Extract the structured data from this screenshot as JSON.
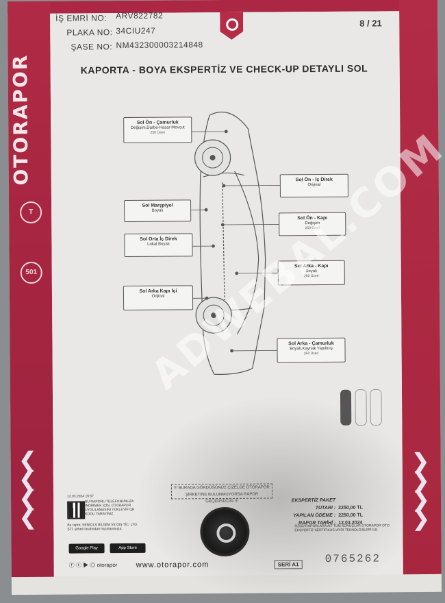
{
  "header": {
    "is_emri_label": "İŞ EMRİ NO:",
    "is_emri_value": "ARV822782",
    "plaka_label": "PLAKA NO:",
    "plaka_value": "34CIU247",
    "sase_label": "ŞASE NO:",
    "sase_value": "NM432300003214848",
    "page": "8 / 21"
  },
  "brand": {
    "vertical_text": "OTORAPOR",
    "badges": [
      "T",
      "501"
    ]
  },
  "title": "KAPORTA - BOYA EKSPERTİZ VE CHECK-UP DETAYLI SOL",
  "parts": [
    {
      "name": "Sol Ön - Çamurluk",
      "status": "Değişim,Darbe-Hasar Mevcut",
      "measure": "250 Üzeri"
    },
    {
      "name": "Sol Ön - İç Direk",
      "status": "Orijinal",
      "measure": ""
    },
    {
      "name": "Sol Marşpiyel",
      "status": "Boyalı",
      "measure": ""
    },
    {
      "name": "Sol Ön - Kapı",
      "status": "Değişim",
      "measure": "250 Üzeri"
    },
    {
      "name": "Sol Orta İç Direk",
      "status": "Lokal Boyalı",
      "measure": ""
    },
    {
      "name": "Sol Arka - Kapı",
      "status": "Boyalı",
      "measure": "250 Üzeri"
    },
    {
      "name": "Sol Arka Kapı İçi",
      "status": "Orijinal",
      "measure": ""
    },
    {
      "name": "Sol Arka - Çamurluk",
      "status": "Boyalı,Kaynak Yapılmış",
      "measure": "250 Üzeri"
    }
  ],
  "footer": {
    "notice": "!!! BURADA GÖRDÜĞÜNÜZ ÇİZELGE OTORAPOR ŞİRKETİNE BULUNMUYORSA RAPOR GEÇERSİZDİR !!!",
    "date_small": "12.03.2024 15:57",
    "qr_text": "BU RAPORU TELEFONUNUZA İNDİRMEK İÇİN, OTORAPOR UYGULAMASINI YÜKLEYİP QR KODU TARAYINIZ",
    "legal_text": "Bu rapor, SENİOLS BİLİŞİM VE DIŞ TİC. LTD. ŞTİ. şirketi tarafından hazırlanmıştır.",
    "google_play": "Google Play",
    "app_store": "App Store",
    "social_handle": "otorapor",
    "url": "www.otorapor.com",
    "seri_label": "SERİ A1",
    "serial_number": "0765262",
    "totals": [
      {
        "label": "EKSPERTİZ PAKET TUTARI :",
        "value": "2250,00 TL"
      },
      {
        "label": "YAPILAN ÖDEME :",
        "value": "2250,00 TL"
      },
      {
        "label": "RAPOR TARİHİ :",
        "value": "12.03.2024"
      }
    ],
    "disclaimer": "ÖZGÜ RAPORLARA AİT TÜM SONUÇLAR OTORAPOR OTO EKSPERTİZ SERTİFİKASI AYRI TEKNOLOJİLERİ İLE"
  },
  "watermark": "ADWEBAL.COM",
  "colors": {
    "brand_red": "#ab2743",
    "paper": "#e9e8e6",
    "text": "#333333"
  }
}
